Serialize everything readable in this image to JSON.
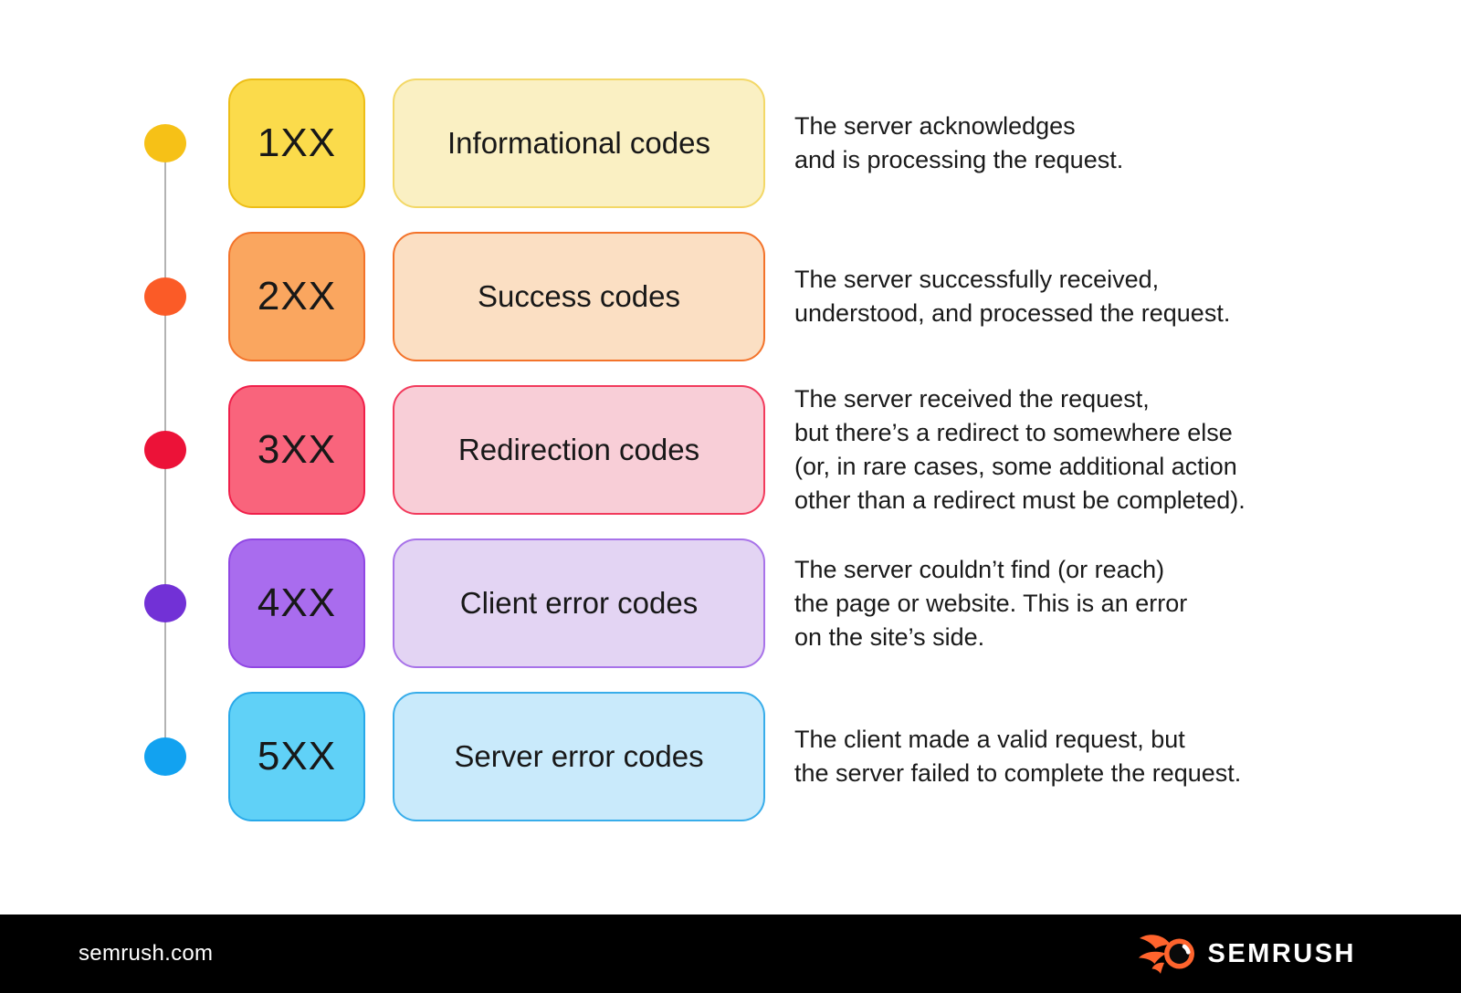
{
  "page": {
    "background": "#ffffff",
    "line_color": "#b3b3b3",
    "text_color": "#1a1a1a"
  },
  "rows": [
    {
      "code": "1XX",
      "category": "Informational codes",
      "description_lines": [
        "The server acknowledges",
        "and is processing the request."
      ],
      "colors": {
        "dot": "#F6C117",
        "badge_bg": "#FBDB4B",
        "badge_border": "#EDBE17",
        "box_bg": "#FAF0C3",
        "box_border": "#F3D867"
      }
    },
    {
      "code": "2XX",
      "category": "Success codes",
      "description_lines": [
        "The server successfully received,",
        "understood, and processed the request."
      ],
      "colors": {
        "dot": "#FB5B27",
        "badge_bg": "#FAA65F",
        "badge_border": "#F3732A",
        "box_bg": "#FBDFC3",
        "box_border": "#F3732A"
      }
    },
    {
      "code": "3XX",
      "category": "Redirection codes",
      "description_lines": [
        "The server received the request,",
        "but there’s a redirect to somewhere else",
        "(or, in rare cases, some additional action",
        "other than a redirect must be completed)."
      ],
      "colors": {
        "dot": "#EC1238",
        "badge_bg": "#F9647C",
        "badge_border": "#F01F4A",
        "box_bg": "#F8CED7",
        "box_border": "#F23A5C"
      }
    },
    {
      "code": "4XX",
      "category": "Client error codes",
      "description_lines": [
        "The server couldn’t find (or reach)",
        "the page or website. This is an error",
        "on the site’s side."
      ],
      "colors": {
        "dot": "#7231D6",
        "badge_bg": "#A96CEE",
        "badge_border": "#9047E3",
        "box_bg": "#E3D4F3",
        "box_border": "#A873E9"
      }
    },
    {
      "code": "5XX",
      "category": "Server error codes",
      "description_lines": [
        "The client made a valid request, but",
        "the server failed to complete the request."
      ],
      "colors": {
        "dot": "#12A2F0",
        "badge_bg": "#60D1F7",
        "badge_border": "#28A9E9",
        "box_bg": "#C9EAFB",
        "box_border": "#38ADEA"
      }
    }
  ],
  "footer": {
    "site_text": "semrush.com",
    "brand_name": "SEMRUSH",
    "brand_color": "#FF642D",
    "bar_color": "#000000",
    "logo_icon": "semrush-flame-icon"
  }
}
